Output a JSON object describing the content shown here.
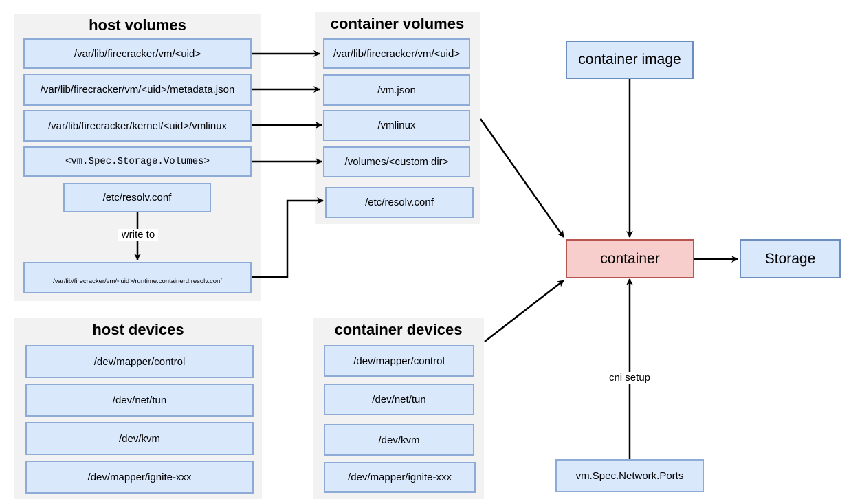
{
  "host_volumes": {
    "title": "host volumes",
    "items": [
      "/var/lib/firecracker/vm/<uid>",
      "/var/lib/firecracker/vm/<uid>/metadata.json",
      "/var/lib/firecracker/kernel/<uid>/vmlinux",
      "<vm.Spec.Storage.Volumes>"
    ],
    "resolv": "/etc/resolv.conf",
    "write_to": "write to",
    "runtime_resolv": "/var/lib/firecracker/vm/<uid>/runtime.containerd.resolv.conf"
  },
  "container_volumes": {
    "title": "container volumes",
    "items": [
      "/var/lib/firecracker/vm/<uid>",
      "/vm.json",
      "/vmlinux",
      "/volumes/<custom dir>",
      "/etc/resolv.conf"
    ]
  },
  "host_devices": {
    "title": "host devices",
    "items": [
      "/dev/mapper/control",
      "/dev/net/tun",
      "/dev/kvm",
      "/dev/mapper/ignite-xxx"
    ]
  },
  "container_devices": {
    "title": "container devices",
    "items": [
      "/dev/mapper/control",
      "/dev/net/tun",
      "/dev/kvm",
      "/dev/mapper/ignite-xxx"
    ]
  },
  "container_image": "container image",
  "container": "container",
  "storage": "Storage",
  "cni_setup": "cni setup",
  "network_ports": "vm.Spec.Network.Ports",
  "colors": {
    "group_bg": "#f2f2f2",
    "box_fill": "#dae8fc",
    "box_border": "#8eaad6",
    "container_fill": "#f8cecc",
    "container_border": "#b85450",
    "arrow": "#000000"
  }
}
